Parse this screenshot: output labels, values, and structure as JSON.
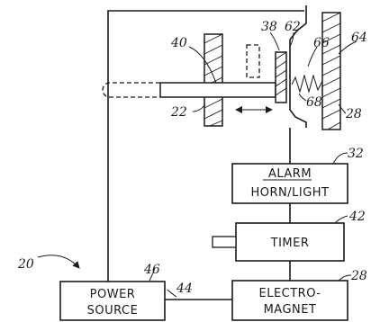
{
  "blocks": {
    "alarm_line1": "ALARM",
    "alarm_line2": "HORN/LIGHT",
    "timer": "TIMER",
    "electromagnet_line1": "ELECTRO-",
    "electromagnet_line2": "MAGNET",
    "power_line1": "POWER",
    "power_line2": "SOURCE"
  },
  "refs": {
    "r20": "20",
    "r22": "22",
    "r28_top": "28",
    "r28_bottom": "28",
    "r32": "32",
    "r38": "38",
    "r40": "40",
    "r42": "42",
    "r44": "44",
    "r46": "46",
    "r62": "62",
    "r64": "64",
    "r66": "66",
    "r68": "68"
  }
}
